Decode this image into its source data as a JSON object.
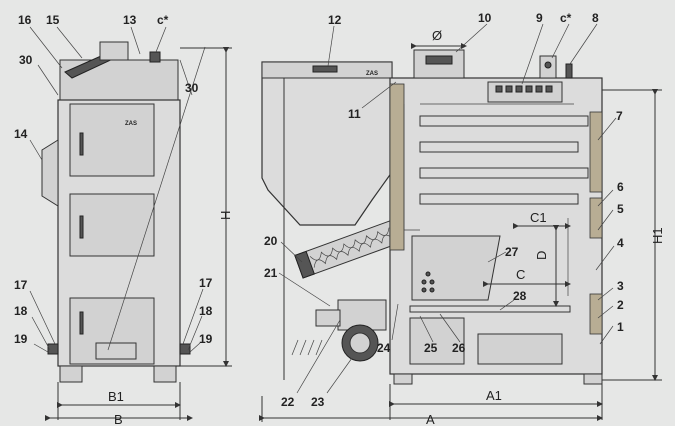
{
  "labels": {
    "l16": "16",
    "l15": "15",
    "l13": "13",
    "lc_left": "c*",
    "l30a": "30",
    "l30b": "30",
    "l14": "14",
    "l17a": "17",
    "l18a": "18",
    "l19a": "19",
    "l17b": "17",
    "l18b": "18",
    "l19b": "19",
    "l12": "12",
    "l10": "10",
    "l9": "9",
    "lc_right": "c*",
    "l8": "8",
    "l11": "11",
    "l7": "7",
    "l6": "6",
    "l5": "5",
    "l4": "4",
    "l3": "3",
    "l2": "2",
    "l1": "1",
    "l20": "20",
    "l21": "21",
    "l22": "22",
    "l23": "23",
    "l24": "24",
    "l25": "25",
    "l26": "26",
    "l27": "27",
    "l28": "28"
  },
  "dimensions": {
    "H": "H",
    "H1": "H1",
    "B": "B",
    "B1": "B1",
    "A": "A",
    "A1": "A1",
    "C": "C",
    "C1": "C1",
    "D": "D",
    "diameter": "Ø"
  },
  "nameplate": "ZAS"
}
